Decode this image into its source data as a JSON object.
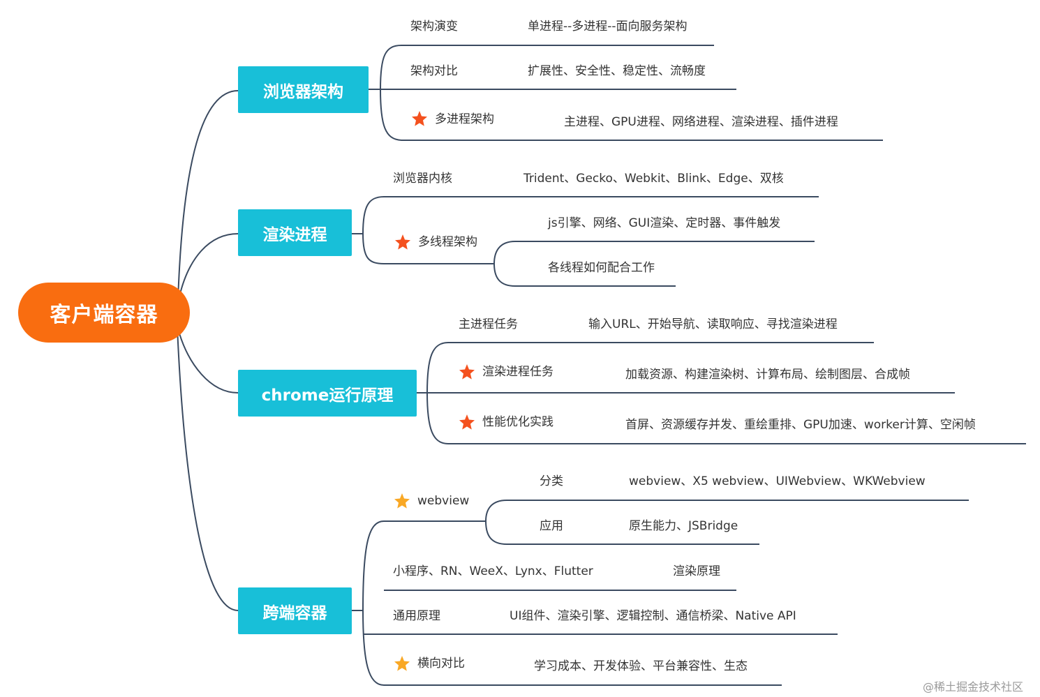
{
  "root": "客户端容器",
  "branches": {
    "arch": "浏览器架构",
    "render": "渲染进程",
    "chrome": "chrome运行原理",
    "cross": "跨端容器"
  },
  "topics": {
    "arch_evolution": "架构演变",
    "arch_evolution_detail": "单进程--多进程--面向服务架构",
    "arch_compare": "架构对比",
    "arch_compare_detail": "扩展性、安全性、稳定性、流畅度",
    "multi_process": "多进程架构",
    "multi_process_detail": "主进程、GPU进程、网络进程、渲染进程、插件进程",
    "kernel": "浏览器内核",
    "kernel_detail": "Trident、Gecko、Webkit、Blink、Edge、双核",
    "multi_thread": "多线程架构",
    "multi_thread_detail1": "js引擎、网络、GUI渲染、定时器、事件触发",
    "multi_thread_detail2": "各线程如何配合工作",
    "main_task": "主进程任务",
    "main_task_detail": "输入URL、开始导航、读取响应、寻找渲染进程",
    "render_task": "渲染进程任务",
    "render_task_detail": "加载资源、构建渲染树、计算布局、绘制图层、合成帧",
    "perf": "性能优化实践",
    "perf_detail": "首屏、资源缓存并发、重绘重排、GPU加速、worker计算、空闲帧",
    "webview": "webview",
    "webview_class": "分类",
    "webview_class_detail": "webview、X5 webview、UIWebview、WKWebview",
    "webview_app": "应用",
    "webview_app_detail": "原生能力、JSBridge",
    "mini": "小程序、RN、WeeX、Lynx、Flutter",
    "mini_detail": "渲染原理",
    "general": "通用原理",
    "general_detail": "UI组件、渲染引擎、逻辑控制、通信桥梁、Native API",
    "horizontal": "横向对比",
    "horizontal_detail": "学习成本、开发体验、平台兼容性、生态"
  },
  "footer": "@稀土掘金技术社区",
  "colors": {
    "root": "#f96d10",
    "branch": "#18bfd8",
    "line": "#3a4a60",
    "star_red": "#f4511e",
    "star_gold": "#f9a825"
  }
}
